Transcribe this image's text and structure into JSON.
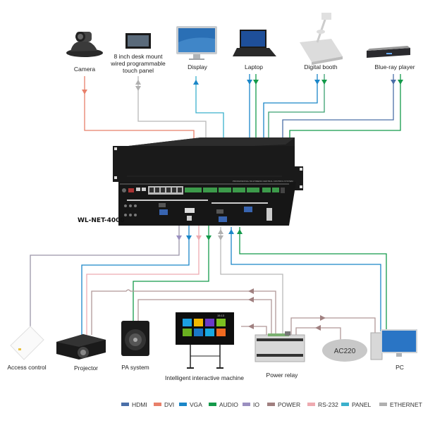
{
  "device": {
    "name": "WL-NET-4000"
  },
  "top_devices": [
    {
      "id": "camera",
      "label": [
        "Camera"
      ]
    },
    {
      "id": "touch-panel",
      "label": [
        "8 inch desk mount",
        "wired programmable",
        "touch panel"
      ]
    },
    {
      "id": "display",
      "label": [
        "Display"
      ]
    },
    {
      "id": "laptop",
      "label": [
        "Laptop"
      ]
    },
    {
      "id": "digital-booth",
      "label": [
        "Digital booth"
      ]
    },
    {
      "id": "blueray",
      "label": [
        "Blue-ray player"
      ]
    }
  ],
  "bottom_devices": [
    {
      "id": "access-control",
      "label": "Access control"
    },
    {
      "id": "projector",
      "label": "Projector"
    },
    {
      "id": "pa-system",
      "label": "PA system"
    },
    {
      "id": "interactive-machine",
      "label": "Intelligent  interactive  machine"
    },
    {
      "id": "power-relay",
      "label": "Power relay"
    },
    {
      "id": "ac220",
      "label": "AC220"
    },
    {
      "id": "pc",
      "label": "PC"
    }
  ],
  "legend": [
    {
      "label": "HDMI",
      "color": "#4a6fa8"
    },
    {
      "label": "DVI",
      "color": "#e8806a"
    },
    {
      "label": "VGA",
      "color": "#1a86c8"
    },
    {
      "label": "AUDIO",
      "color": "#139a4a"
    },
    {
      "label": "IO",
      "color": "#9a8fc0"
    },
    {
      "label": "POWER",
      "color": "#a08080"
    },
    {
      "label": "RS-232",
      "color": "#eeaab0"
    },
    {
      "label": "PANEL",
      "color": "#3ab0cc"
    },
    {
      "label": "ETHERNET",
      "color": "#b0b0b0"
    }
  ],
  "screen_clock": "15:13"
}
